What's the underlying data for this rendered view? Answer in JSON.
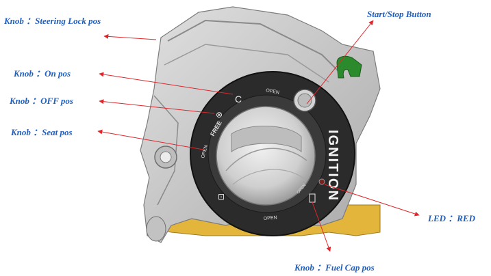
{
  "labels": {
    "steering_lock": "Knob ：Steering Lock pos",
    "on": "Knob ：On pos",
    "off": "Knob ：OFF pos",
    "seat": "Knob ：Seat pos",
    "start_stop": "Start/Stop Button",
    "led": "LED ：RED",
    "fuel_cap": "Knob ：Fuel Cap pos"
  },
  "device": {
    "ignition_text": "IGNITION",
    "open_top": "OPEN",
    "open_bottom": "OPEN",
    "open_left": "OPEN",
    "open_lower": "OPEN",
    "free": "FREE"
  },
  "colors": {
    "label_text": "#1f5fbf",
    "arrow": "#e0262b",
    "housing": "#c8c8c8",
    "ring": "#2b2b2b",
    "yellow_base": "#e3b53a",
    "green_part": "#2b8a2b"
  }
}
